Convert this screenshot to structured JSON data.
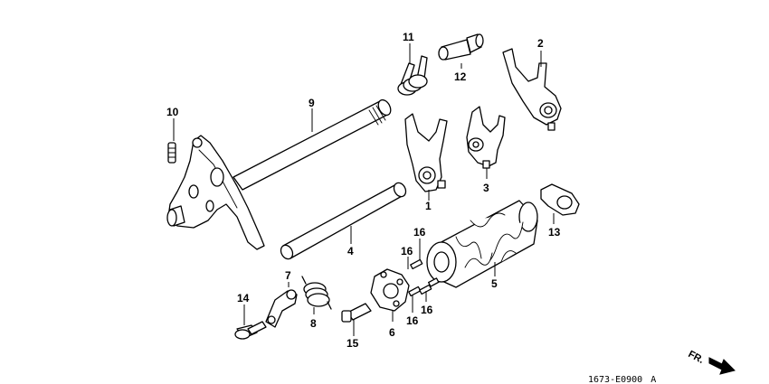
{
  "callouts": {
    "c1": "1",
    "c2": "2",
    "c3": "3",
    "c4": "4",
    "c5": "5",
    "c6": "6",
    "c7": "7",
    "c8": "8",
    "c9": "9",
    "c10": "10",
    "c11": "11",
    "c12": "12",
    "c13": "13",
    "c14": "14",
    "c15": "15",
    "c16a": "16",
    "c16b": "16",
    "c16c": "16",
    "c16d": "16"
  },
  "diagram_code": "1673-E0900",
  "diagram_suffix": "A",
  "direction_label": "FR.",
  "colors": {
    "line": "#000000",
    "background": "#ffffff"
  }
}
